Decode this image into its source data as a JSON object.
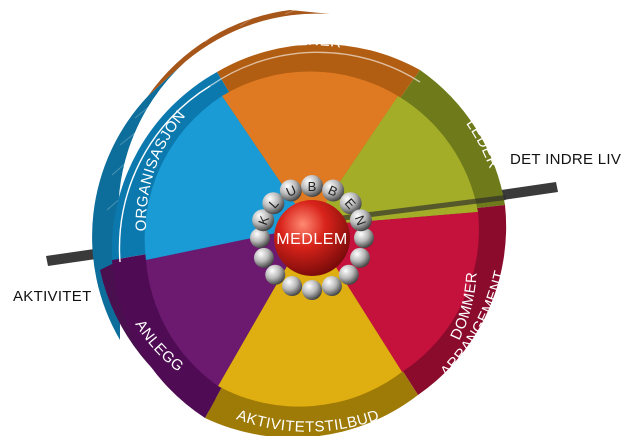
{
  "diagram": {
    "center_label": "MEDLEM",
    "ring_letters": [
      "K",
      "L",
      "U",
      "B",
      "B",
      "E",
      "N"
    ],
    "segments": [
      {
        "label": "TRENER",
        "color": "#E07A22"
      },
      {
        "label": "LEDER",
        "color": "#A3AD28"
      },
      {
        "label": "DOMMER",
        "color": "#C4123C"
      },
      {
        "label": "ARRANGEMENT",
        "color": "#C4123C"
      },
      {
        "label": "AKTIVITETSTILBUD",
        "color": "#DFAE10"
      },
      {
        "label": "ANLEGG",
        "color": "#6C1A70"
      },
      {
        "label": "ORGANISASJON",
        "color": "#1A9BD6"
      }
    ],
    "axis_labels": {
      "top_right": "DET INDRE LIV",
      "bottom_left": "AKTIVITET"
    }
  }
}
